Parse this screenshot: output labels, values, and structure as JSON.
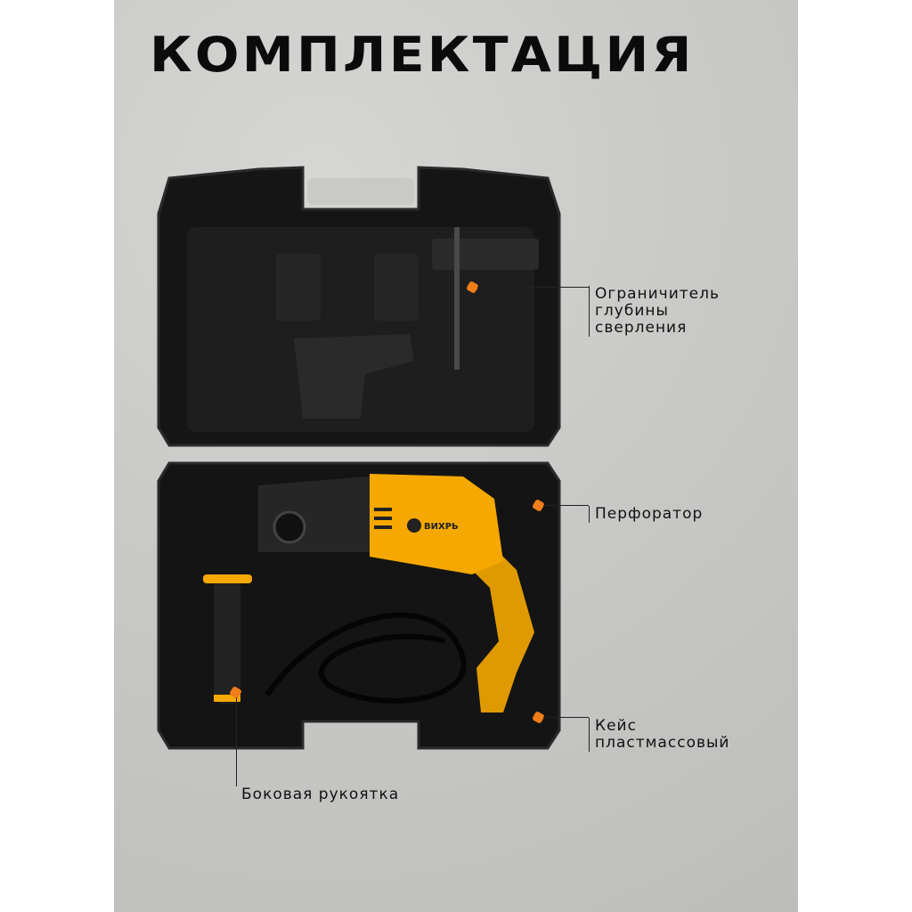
{
  "title": "КОМПЛЕКТАЦИЯ",
  "brand_logo": "ВИХРЬ",
  "callouts": [
    {
      "id": "depth-stop",
      "lines": [
        "Ограничитель",
        "глубины",
        "сверления"
      ]
    },
    {
      "id": "rotary-hammer",
      "lines": [
        "Перфоратор"
      ]
    },
    {
      "id": "plastic-case",
      "lines": [
        "Кейс",
        "пластмассовый"
      ]
    },
    {
      "id": "side-handle",
      "lines": [
        "Боковая рукоятка"
      ]
    }
  ],
  "colors": {
    "accent": "#f5a800",
    "marker": "#f07d1a",
    "case": "#121212"
  }
}
